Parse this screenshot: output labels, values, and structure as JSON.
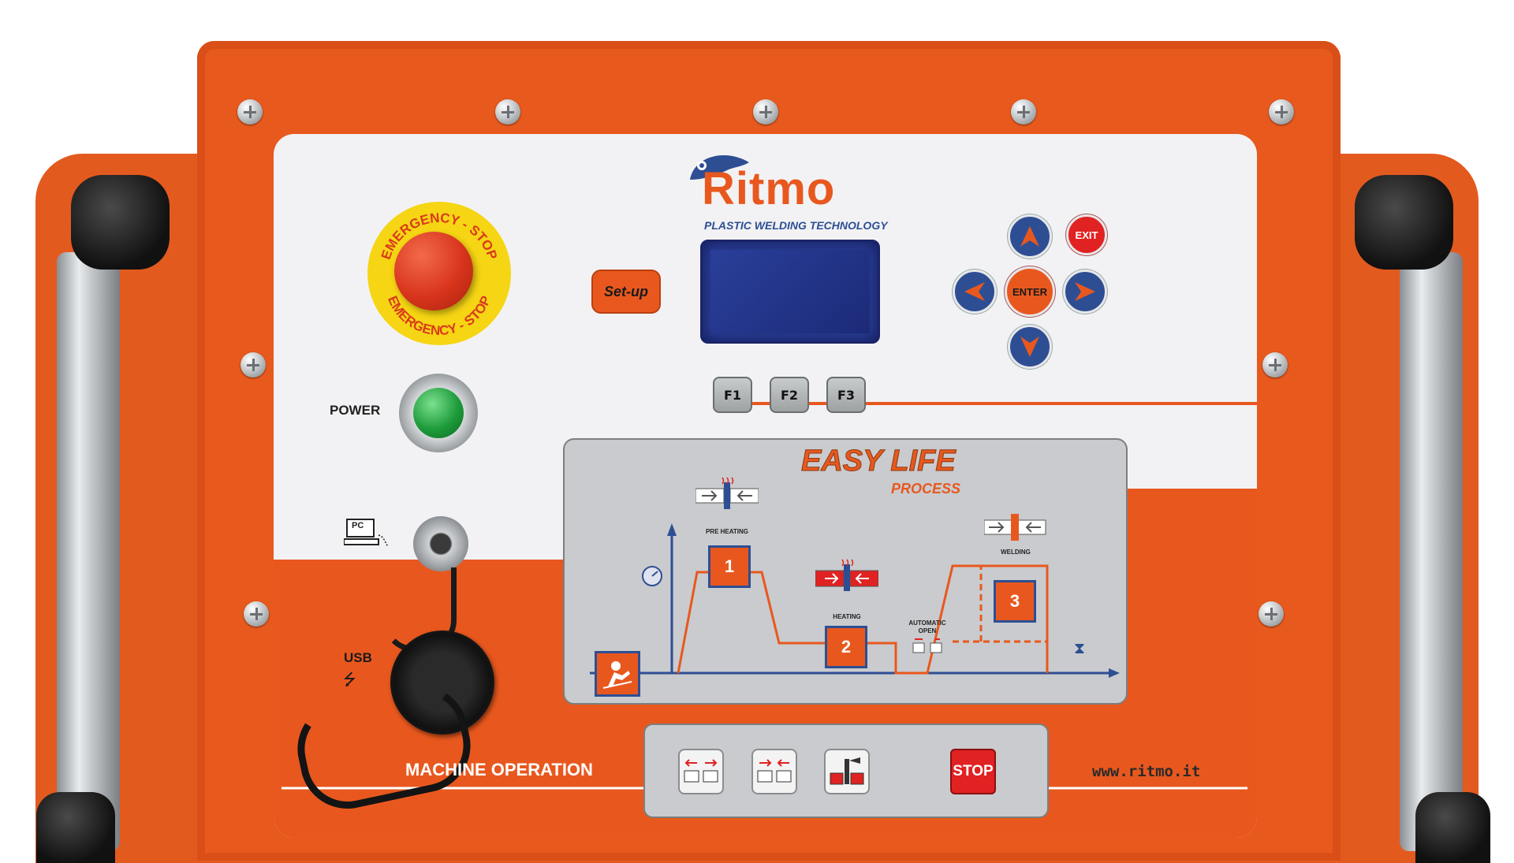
{
  "brand": {
    "name": "Ritmo",
    "tagline": "PLASTIC WELDING TECHNOLOGY",
    "website": "www.ritmo.it"
  },
  "emergency_stop": {
    "ring_text_top": "EMERGENCY - STOP",
    "ring_text_bottom": "EMERGENCY - STOP"
  },
  "power": {
    "label": "POWER"
  },
  "pc_port": {
    "label": "PC"
  },
  "usb_port": {
    "label": "USB"
  },
  "keypad": {
    "setup_label": "Set-up",
    "exit_label": "EXIT",
    "enter_label": "ENTER",
    "f_keys": [
      "F1",
      "F2",
      "F3"
    ]
  },
  "process_panel": {
    "title": "EASY LIFE",
    "subtitle": "PROCESS",
    "steps": [
      {
        "number": "1",
        "label": "PRE HEATING"
      },
      {
        "number": "2",
        "label": "HEATING"
      },
      {
        "number": "3",
        "label": "WELDING"
      }
    ],
    "auto_open_label_line1": "AUTOMATIC",
    "auto_open_label_line2": "OPEN"
  },
  "machine_operation": {
    "label": "MACHINE OPERATION",
    "stop_label": "STOP"
  },
  "colors": {
    "orange": "#e8581e",
    "blue": "#2e4e93",
    "panel_white": "#f2f2f4",
    "panel_gray": "#c9cbce",
    "stop_red": "#e02222",
    "power_green": "#1e9b3a"
  }
}
